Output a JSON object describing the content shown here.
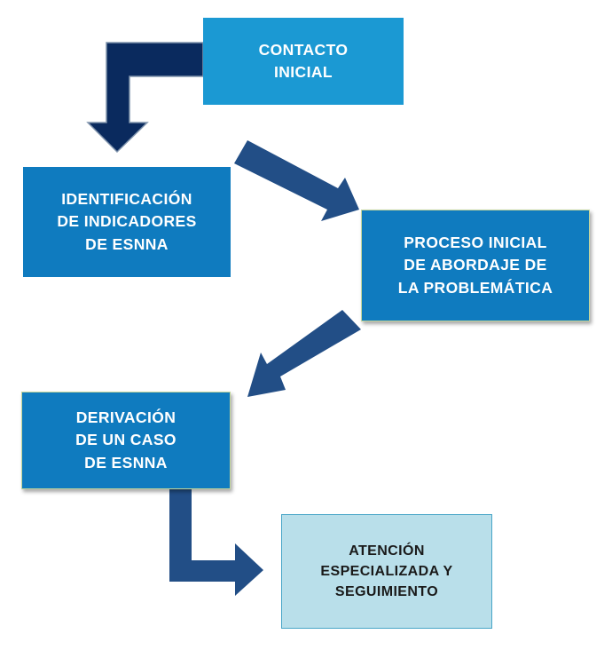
{
  "diagram": {
    "nodes": [
      {
        "id": "contacto",
        "label": "CONTACTO\nINICIAL"
      },
      {
        "id": "identificacion",
        "label": "IDENTIFICACIÓN\nDE INDICADORES\nDE ESNNA"
      },
      {
        "id": "proceso",
        "label": "PROCESO INICIAL\nDE ABORDAJE DE\nLA PROBLEMÁTICA"
      },
      {
        "id": "derivacion",
        "label": "DERIVACIÓN\nDE UN CASO\nDE ESNNA"
      },
      {
        "id": "atencion",
        "label": "ATENCIÓN\nESPECIALIZADA Y\nSEGUIMIENTO"
      }
    ],
    "edges": [
      {
        "from": "contacto",
        "to": "identificacion"
      },
      {
        "from": "identificacion",
        "to": "proceso"
      },
      {
        "from": "proceso",
        "to": "derivacion"
      },
      {
        "from": "derivacion",
        "to": "atencion"
      }
    ],
    "colors": {
      "box_primary": "#1b99d3",
      "box_dark": "#0f7bbf",
      "box_light": "#b9dfea",
      "arrow_dark": "#0a2a5e",
      "arrow": "#224e86",
      "box_border_accent": "#c3d69b"
    }
  }
}
